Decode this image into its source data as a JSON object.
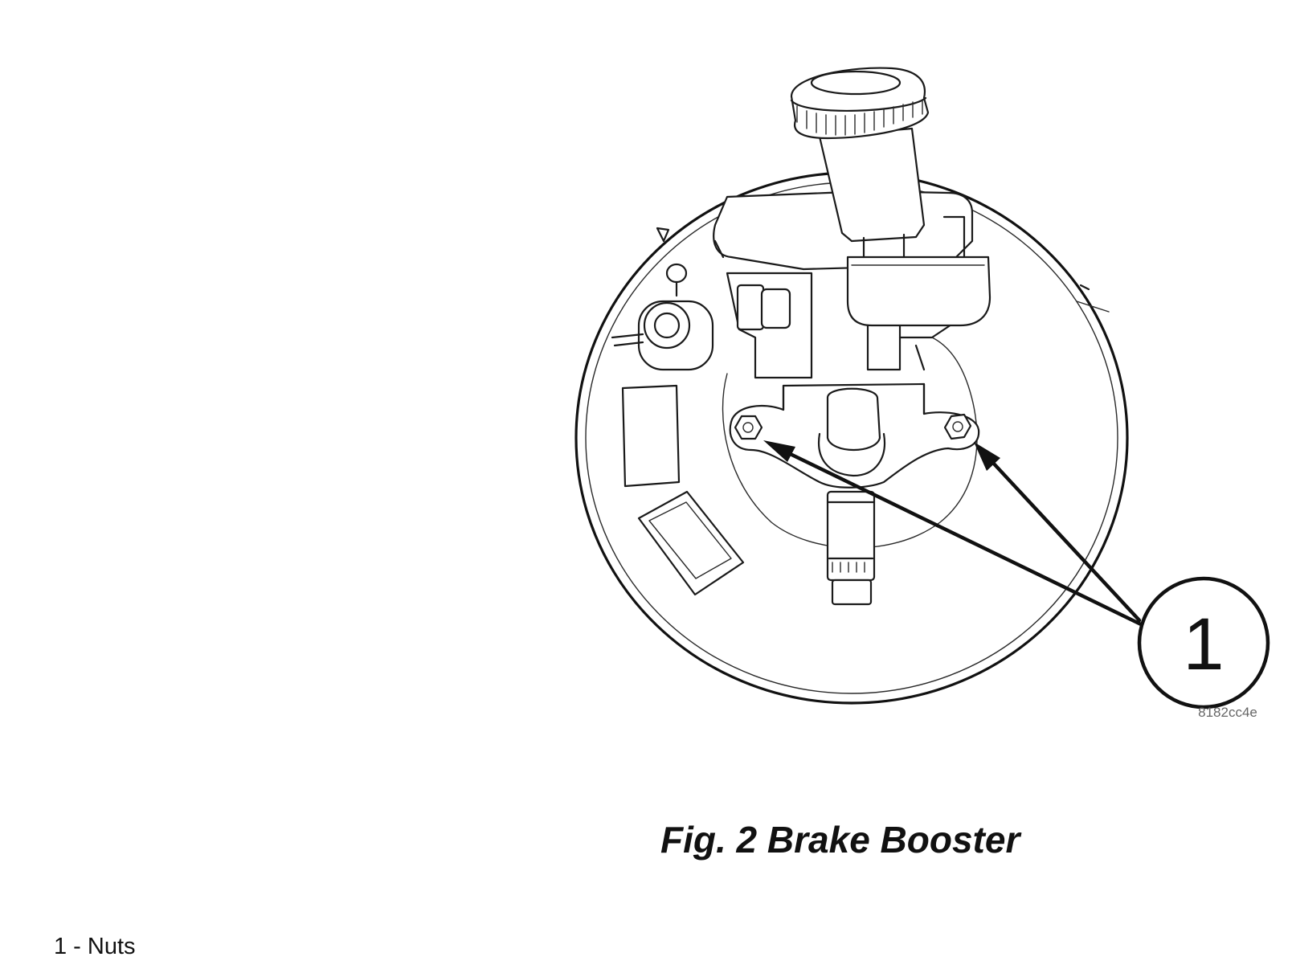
{
  "figure": {
    "caption": "Fig. 2 Brake Booster",
    "art_code": "8182cc4e",
    "callouts": [
      {
        "number": "1",
        "target": "Nuts"
      }
    ]
  },
  "legend": {
    "items": [
      {
        "text": "1 - Nuts"
      }
    ]
  },
  "colors": {
    "ink": "#111111",
    "background": "#ffffff"
  }
}
